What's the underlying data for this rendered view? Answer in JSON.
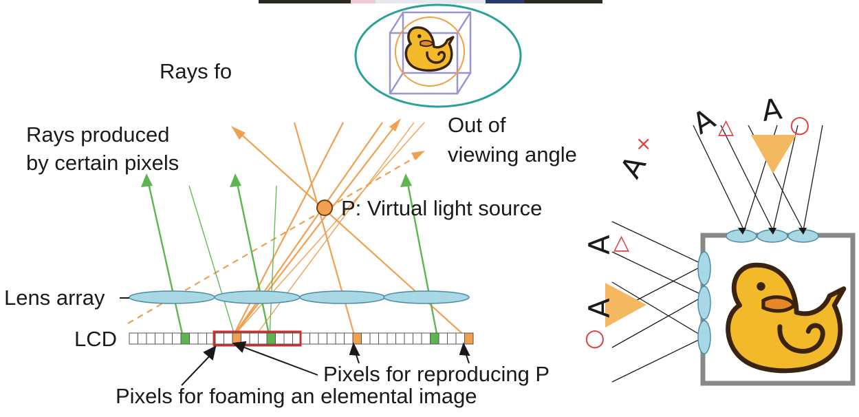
{
  "labels": {
    "rays_cropped": "Rays fo",
    "rays_produced_line1": "Rays produced",
    "rays_produced_line2": "by certain pixels",
    "out_of_line1": "Out of",
    "out_of_line2": "viewing angle",
    "virtual_light_source": "P: Virtual light source",
    "lens_array": "Lens array",
    "lcd": "LCD",
    "pixels_reproducing": "Pixels for reproducing P",
    "pixels_foaming": "Pixels for foaming an elemental image"
  },
  "viewer_glyphs": {
    "viewer_letter": "A",
    "mark_triangle": "△",
    "mark_circle": "○",
    "mark_cross": "×"
  },
  "colors": {
    "green_ray": "#5cb54e",
    "orange_ray": "#f0a050",
    "lens_fill": "#a8d8e4",
    "lens_stroke": "#4a8aa8",
    "pixel_red_frame": "#c83232",
    "mark_red": "#e04040",
    "viewing_cone": "#f4b860",
    "duck_yellow": "#f2b92a",
    "duck_outline": "#3a2410",
    "frame_gray": "#888888",
    "ellipse_teal": "#2aa198",
    "top_bar_dark": "#2a2a22",
    "top_bar_pink": "#f0c8d8",
    "top_bar_blue": "#2a3a6a"
  }
}
